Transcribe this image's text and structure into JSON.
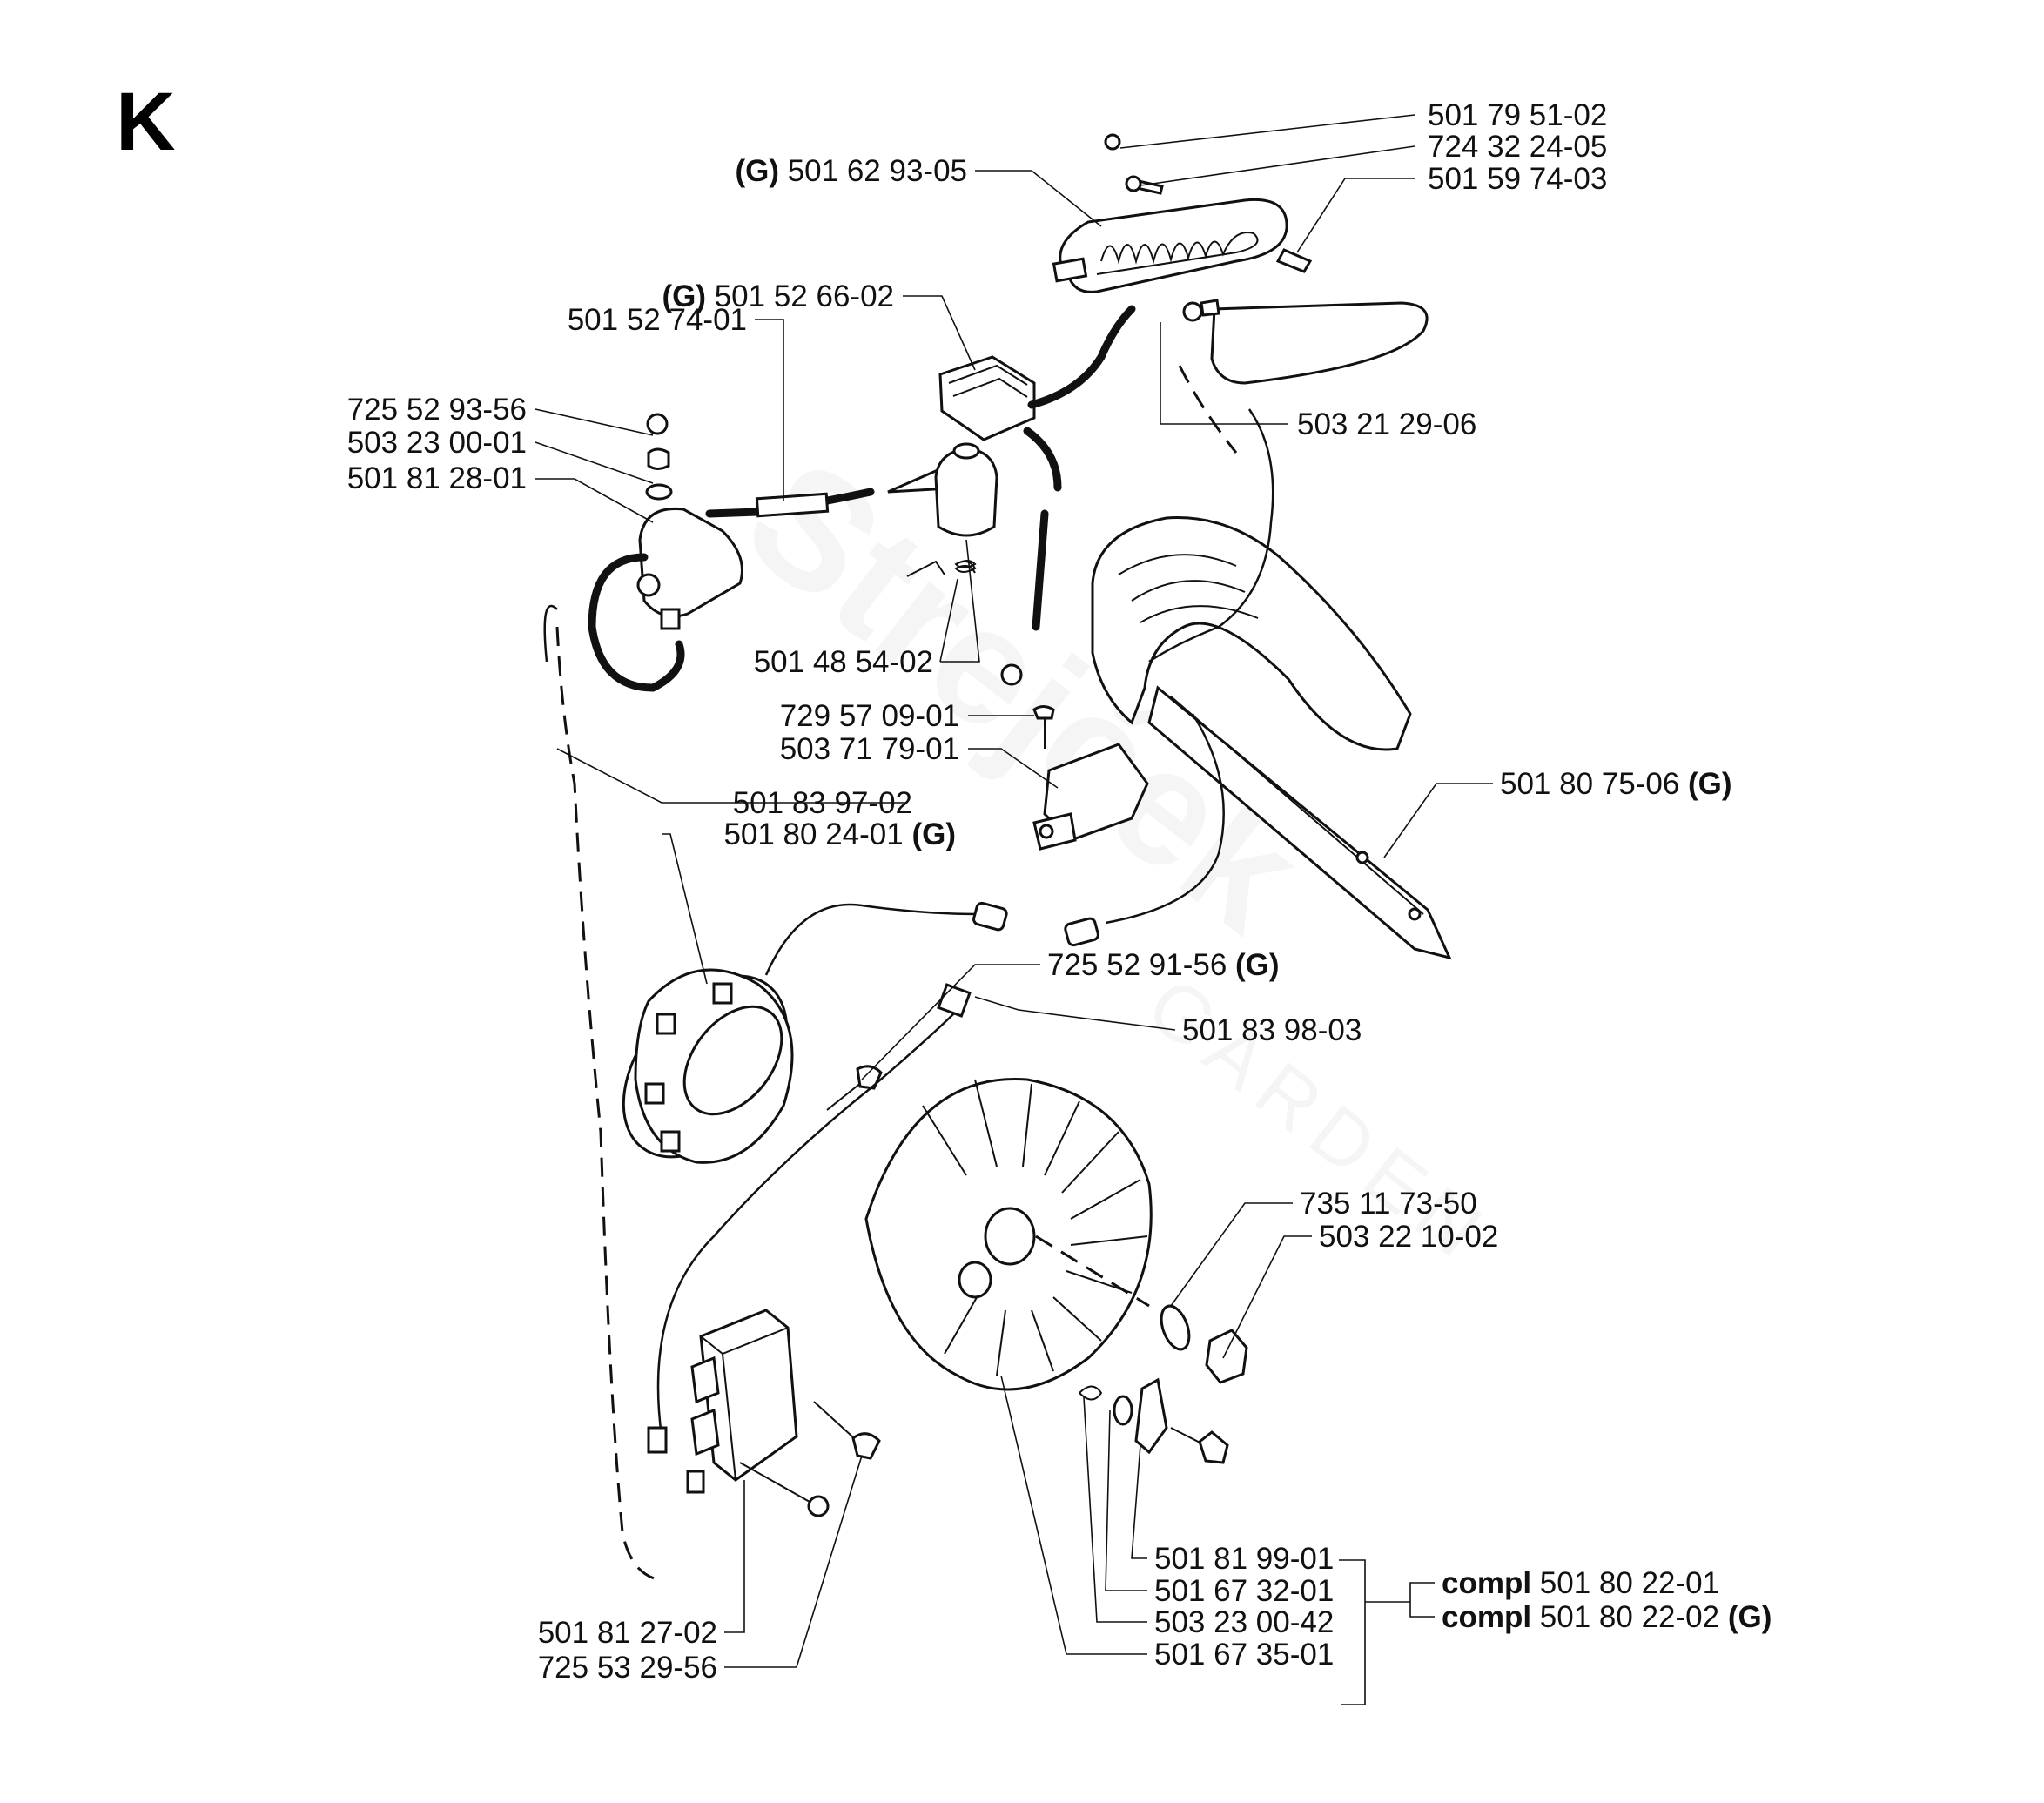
{
  "sheet_letter": "K",
  "watermark": {
    "brand": "Strejček",
    "sub": "GARDEN"
  },
  "labels": [
    {
      "id": "l01",
      "parts": [
        {
          "text": "501 79 51-02"
        }
      ]
    },
    {
      "id": "l02",
      "parts": [
        {
          "text": "724 32 24-05"
        }
      ]
    },
    {
      "id": "l03",
      "parts": [
        {
          "text": "501 59 74-03"
        }
      ]
    },
    {
      "id": "l04",
      "parts": [
        {
          "text": "(G)",
          "bold": true
        },
        {
          "text": " 501 62 93-05"
        }
      ]
    },
    {
      "id": "l05",
      "parts": [
        {
          "text": "(G)",
          "bold": true
        },
        {
          "text": " 501 52 66-02"
        }
      ]
    },
    {
      "id": "l06",
      "parts": [
        {
          "text": "501 52 74-01"
        }
      ]
    },
    {
      "id": "l07",
      "parts": [
        {
          "text": "725 52 93-56"
        }
      ]
    },
    {
      "id": "l08",
      "parts": [
        {
          "text": "503 23 00-01"
        }
      ]
    },
    {
      "id": "l09",
      "parts": [
        {
          "text": "501 81 28-01"
        }
      ]
    },
    {
      "id": "l10",
      "parts": [
        {
          "text": "503 21 29-06"
        }
      ]
    },
    {
      "id": "l11",
      "parts": [
        {
          "text": "501 48 54-02"
        }
      ]
    },
    {
      "id": "l12",
      "parts": [
        {
          "text": "729 57 09-01"
        }
      ]
    },
    {
      "id": "l13",
      "parts": [
        {
          "text": "503 71 79-01"
        }
      ]
    },
    {
      "id": "l14",
      "parts": [
        {
          "text": "501 80 75-06 "
        },
        {
          "text": "(G)",
          "bold": true
        }
      ]
    },
    {
      "id": "l15",
      "parts": [
        {
          "text": "501 83 97-02"
        }
      ]
    },
    {
      "id": "l16",
      "parts": [
        {
          "text": "501 80 24-01 "
        },
        {
          "text": "(G)",
          "bold": true
        }
      ]
    },
    {
      "id": "l17",
      "parts": [
        {
          "text": "725 52 91-56 "
        },
        {
          "text": "(G)",
          "bold": true
        }
      ]
    },
    {
      "id": "l18",
      "parts": [
        {
          "text": "501 83 98-03"
        }
      ]
    },
    {
      "id": "l19",
      "parts": [
        {
          "text": "735 11 73-50"
        }
      ]
    },
    {
      "id": "l20",
      "parts": [
        {
          "text": "503 22 10-02"
        }
      ]
    },
    {
      "id": "l21",
      "parts": [
        {
          "text": "501 81 99-01"
        }
      ]
    },
    {
      "id": "l22",
      "parts": [
        {
          "text": "501 67 32-01"
        }
      ]
    },
    {
      "id": "l23",
      "parts": [
        {
          "text": "503 23 00-42"
        }
      ]
    },
    {
      "id": "l24",
      "parts": [
        {
          "text": "501 67 35-01"
        }
      ]
    },
    {
      "id": "l25",
      "parts": [
        {
          "text": "compl",
          "bold": true
        },
        {
          "text": " 501 80 22-01"
        }
      ]
    },
    {
      "id": "l26",
      "parts": [
        {
          "text": "compl",
          "bold": true
        },
        {
          "text": " 501 80 22-02 "
        },
        {
          "text": "(G)",
          "bold": true
        }
      ]
    },
    {
      "id": "l27",
      "parts": [
        {
          "text": "501 81 27-02"
        }
      ]
    },
    {
      "id": "l28",
      "parts": [
        {
          "text": "725 53 29-56"
        }
      ]
    }
  ]
}
